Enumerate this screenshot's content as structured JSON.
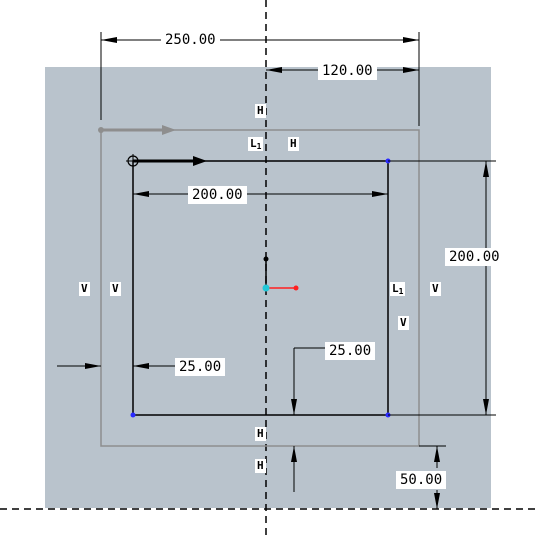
{
  "sketch": {
    "colors": {
      "background": "#ffffff",
      "sketch_area": "#b9c3cc",
      "geometry": "#000000",
      "reference": "#8e8e8e",
      "vertex": "#2a2aff",
      "center": "#22c8d8",
      "x_axis": "#ff2020"
    },
    "dimensions": {
      "d250": "250.00",
      "d120": "120.00",
      "d200_horizontal": "200.00",
      "d200_vertical": "200.00",
      "d25_left": "25.00",
      "d25_right": "25.00",
      "d50": "50.00"
    },
    "constraints": {
      "h_top_ref": "H",
      "l1_top": "L",
      "l1_top_sub": "1",
      "h_top_inner": "H",
      "v_left_outer": "V",
      "v_left_inner": "V",
      "l1_right": "L",
      "l1_right_sub": "1",
      "v_right_outer": "V",
      "v_right_inner": "V",
      "h_bottom_inner": "H",
      "h_bottom_outer": "H"
    }
  }
}
